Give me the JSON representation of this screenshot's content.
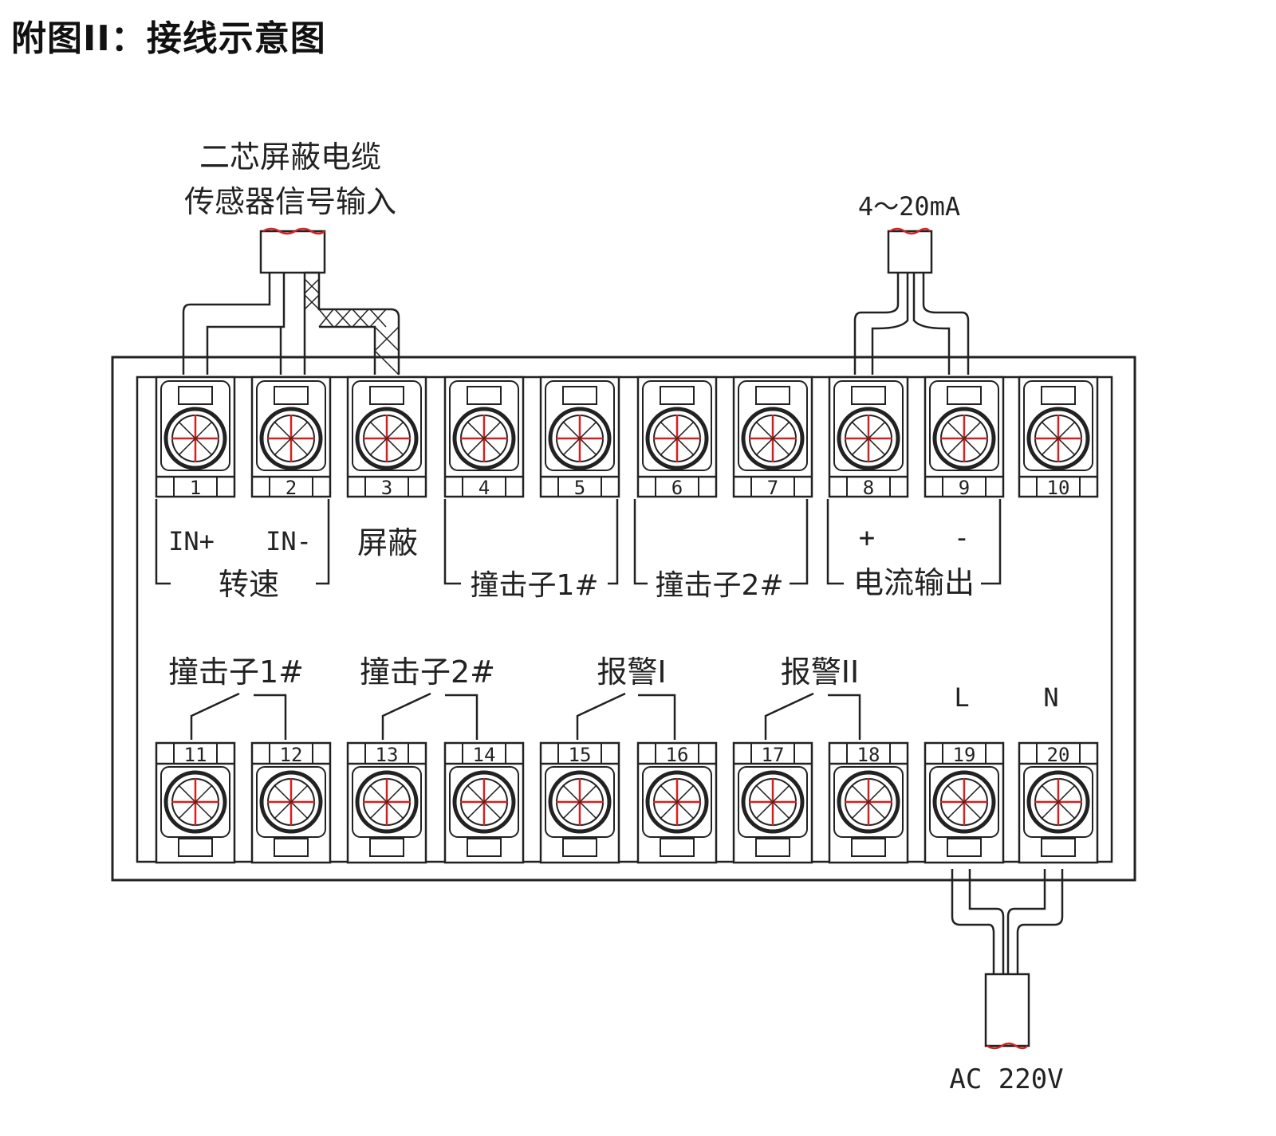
{
  "title": "附图II：接线示意图",
  "top_cable": {
    "line1": "二芯屏蔽电缆",
    "line2": "传感器信号输入"
  },
  "current_output_label": "4～20mA",
  "power_label": "AC 220V",
  "top_terminals": [
    "1",
    "2",
    "3",
    "4",
    "5",
    "6",
    "7",
    "8",
    "9",
    "10"
  ],
  "bottom_terminals": [
    "11",
    "12",
    "13",
    "14",
    "15",
    "16",
    "17",
    "18",
    "19",
    "20"
  ],
  "top_labels": {
    "in_plus": "IN+",
    "in_minus": "IN-",
    "speed": "转速",
    "shield": "屏蔽",
    "striker1": "撞击子1#",
    "striker2": "撞击子2#",
    "plus": "+",
    "minus": "-",
    "current_output": "电流输出"
  },
  "bottom_labels": {
    "striker1": "撞击子1#",
    "striker2": "撞击子2#",
    "alarm1": "报警I",
    "alarm2": "报警II",
    "line": "L",
    "neutral": "N"
  },
  "colors": {
    "stroke": "#222222",
    "screw_cross": "#d42020",
    "cable_tip": "#d42020"
  }
}
